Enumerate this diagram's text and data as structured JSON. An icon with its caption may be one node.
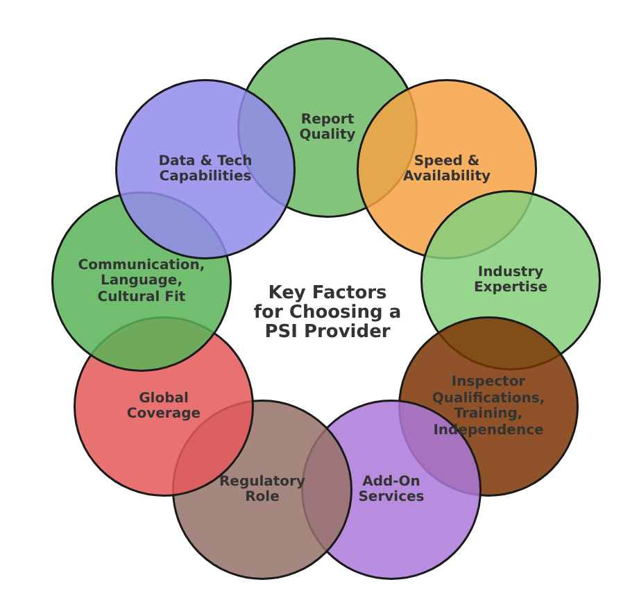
{
  "diagram": {
    "title": "Key Factors for Choosing a PSI Provider",
    "nodes": [
      {
        "text": [
          "Report Quality"
        ]
      },
      {
        "text": [
          "Speed & Availability"
        ]
      },
      {
        "text": [
          "Industry Expertise"
        ]
      },
      {
        "text": [
          "Inspector Qualifications, Training, Independence"
        ]
      },
      {
        "text": [
          "Add-On Services"
        ]
      },
      {
        "text": [
          "Regulatory Role"
        ]
      },
      {
        "text": [
          "Global Coverage"
        ]
      },
      {
        "text": [
          "Communication, Language, Cultural Fit"
        ]
      },
      {
        "text": [
          "Data & Tech Capabilities"
        ]
      }
    ]
  }
}
